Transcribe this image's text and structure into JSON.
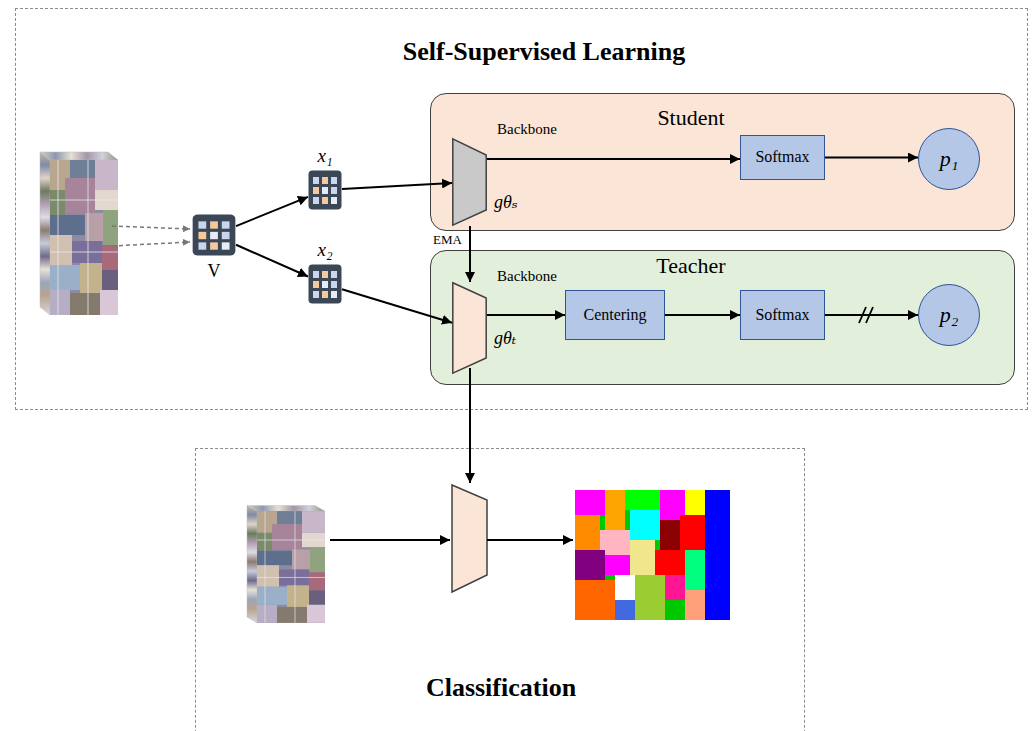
{
  "diagram": {
    "nodes": [
      {
        "text": [
          "Self-Supervised Learning"
        ]
      },
      {
        "text": [
          "V"
        ],
        "in": 0
      },
      {
        "text": [
          "x₁"
        ],
        "in": 0
      },
      {
        "text": [
          "x₂"
        ],
        "in": 0
      },
      {
        "text": [
          "Student"
        ],
        "in": 0
      },
      {
        "text": [
          "Backbone",
          "gθₛ"
        ],
        "in": 4
      },
      {
        "text": [
          "Softmax"
        ],
        "in": 4
      },
      {
        "text": [
          "p₁"
        ],
        "in": 4
      },
      {
        "text": [
          "Teacher"
        ],
        "in": 0
      },
      {
        "text": [
          "Backbone",
          "gθₜ"
        ],
        "in": 8
      },
      {
        "text": [
          "Centering"
        ],
        "in": 8
      },
      {
        "text": [
          "Softmax"
        ],
        "in": 8
      },
      {
        "text": [
          "p₂"
        ],
        "in": 8
      },
      {
        "text": [
          "Classification"
        ]
      }
    ],
    "edges": [
      {
        "from": 1,
        "to": 2,
        "arrow": "to"
      },
      {
        "from": 1,
        "to": 3,
        "arrow": "to"
      },
      {
        "from": 2,
        "to": 5,
        "arrow": "to"
      },
      {
        "from": 3,
        "to": 9,
        "arrow": "to"
      },
      {
        "from": 5,
        "to": 6,
        "arrow": "to"
      },
      {
        "from": 6,
        "to": 7,
        "arrow": "to"
      },
      {
        "from": 5,
        "to": 9,
        "label": "EMA",
        "arrow": "to"
      },
      {
        "from": 9,
        "to": 10,
        "arrow": "to"
      },
      {
        "from": 10,
        "to": 11,
        "arrow": "to"
      },
      {
        "from": 11,
        "to": 12,
        "arrow": "to"
      }
    ]
  }
}
